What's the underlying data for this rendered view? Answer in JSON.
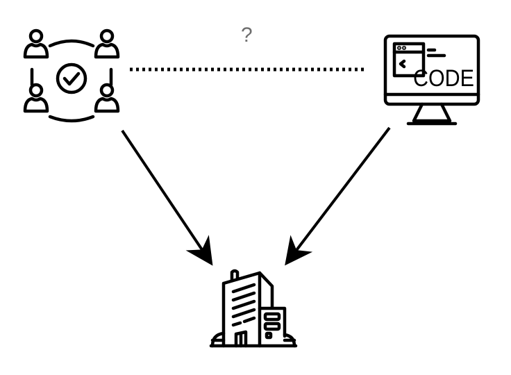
{
  "diagram": {
    "nodes": [
      {
        "id": "team",
        "label": "",
        "icon": "team-consensus-icon"
      },
      {
        "id": "code",
        "label": "",
        "icon": "computer-code-icon",
        "screen_text": "CODE"
      },
      {
        "id": "company",
        "label": "",
        "icon": "office-building-icon"
      }
    ],
    "edges": [
      {
        "from": "team",
        "to": "code",
        "style": "dotted",
        "label": "?"
      },
      {
        "from": "team",
        "to": "company",
        "style": "solid-arrow"
      },
      {
        "from": "code",
        "to": "company",
        "style": "solid-arrow"
      }
    ],
    "question_label": "?",
    "code_screen_text": "CODE"
  }
}
